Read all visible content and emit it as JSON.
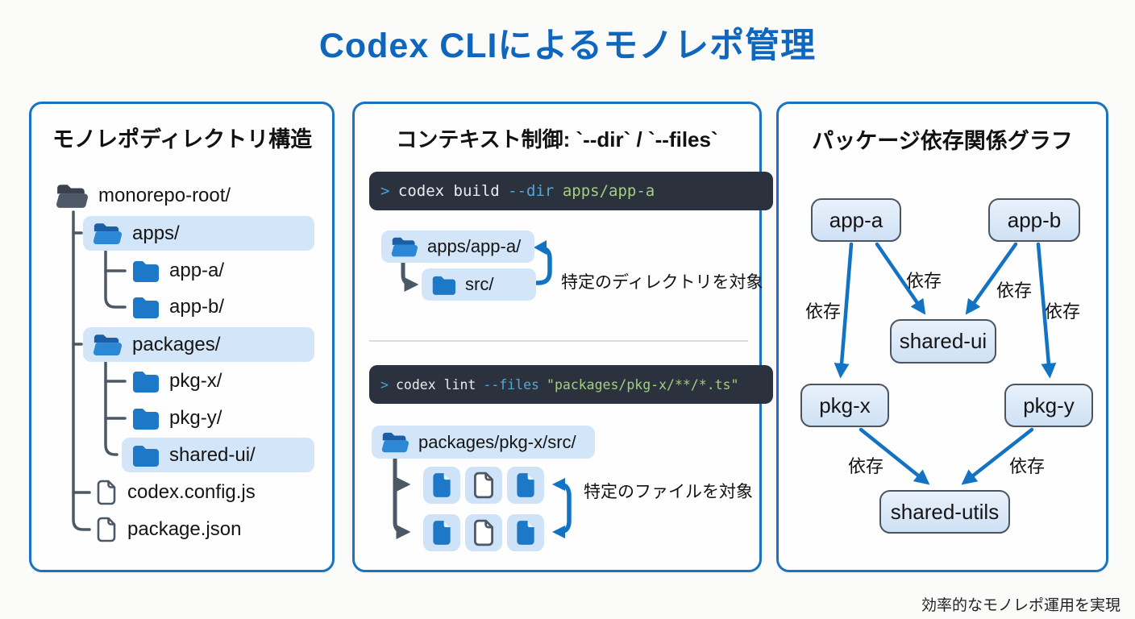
{
  "title": "Codex CLIによるモノレポ管理",
  "footer": "効率的なモノレポ運用を実現",
  "colors": {
    "title_blue": "#0f66bd",
    "panel_border": "#1a73c2",
    "highlight_pill": "#d3e5f9",
    "folder_blue": "#1e78c8",
    "folder_dark": "#4c5866",
    "terminal_bg": "#2b323e",
    "terminal_text": "#e9ecef",
    "terminal_prompt": "#46a0dd",
    "terminal_flag": "#58a6d6",
    "terminal_arg": "#a3cf7f",
    "arrow_blue": "#1272c4",
    "node_border": "#4a5560"
  },
  "left_panel": {
    "heading": "モノレポディレクトリ構造",
    "tree": [
      {
        "label": "monorepo-root/",
        "icon": "folder-open-dark-icon",
        "highlighted": false
      },
      {
        "label": "apps/",
        "icon": "folder-open-icon",
        "highlighted": true
      },
      {
        "label": "app-a/",
        "icon": "folder-icon",
        "highlighted": false
      },
      {
        "label": "app-b/",
        "icon": "folder-icon",
        "highlighted": false
      },
      {
        "label": "packages/",
        "icon": "folder-open-icon",
        "highlighted": true
      },
      {
        "label": "pkg-x/",
        "icon": "folder-icon",
        "highlighted": false
      },
      {
        "label": "pkg-y/",
        "icon": "folder-icon",
        "highlighted": false
      },
      {
        "label": "shared-ui/",
        "icon": "folder-icon",
        "highlighted": true
      },
      {
        "label": "codex.config.js",
        "icon": "file-icon",
        "highlighted": false
      },
      {
        "label": "package.json",
        "icon": "file-icon",
        "highlighted": false
      }
    ]
  },
  "middle_panel": {
    "heading": "コンテキスト制御: `--dir` / `--files`",
    "terminal1": {
      "prompt": ">",
      "command": "codex build",
      "flag": "--dir",
      "arg": "apps/app-a"
    },
    "dir_pill_parent": "apps/app-a/",
    "dir_pill_child": "src/",
    "dir_caption": "特定のディレクトリを対象",
    "terminal2": {
      "prompt": ">",
      "command": "codex lint",
      "flag": "--files",
      "arg": "\"packages/pkg-x/**/*.ts\""
    },
    "files_pill": "packages/pkg-x/src/",
    "files_caption": "特定のファイルを対象"
  },
  "right_panel": {
    "heading": "パッケージ依存関係グラフ",
    "nodes": [
      {
        "id": "app-a",
        "label": "app-a"
      },
      {
        "id": "app-b",
        "label": "app-b"
      },
      {
        "id": "shared-ui",
        "label": "shared-ui"
      },
      {
        "id": "pkg-x",
        "label": "pkg-x"
      },
      {
        "id": "pkg-y",
        "label": "pkg-y"
      },
      {
        "id": "shared-utils",
        "label": "shared-utils"
      }
    ],
    "edges": [
      {
        "from": "app-a",
        "to": "pkg-x",
        "label": "依存"
      },
      {
        "from": "app-a",
        "to": "shared-ui",
        "label": "依存"
      },
      {
        "from": "app-b",
        "to": "shared-ui",
        "label": "依存"
      },
      {
        "from": "app-b",
        "to": "pkg-y",
        "label": "依存"
      },
      {
        "from": "pkg-x",
        "to": "shared-utils",
        "label": "依存"
      },
      {
        "from": "pkg-y",
        "to": "shared-utils",
        "label": "依存"
      }
    ]
  }
}
